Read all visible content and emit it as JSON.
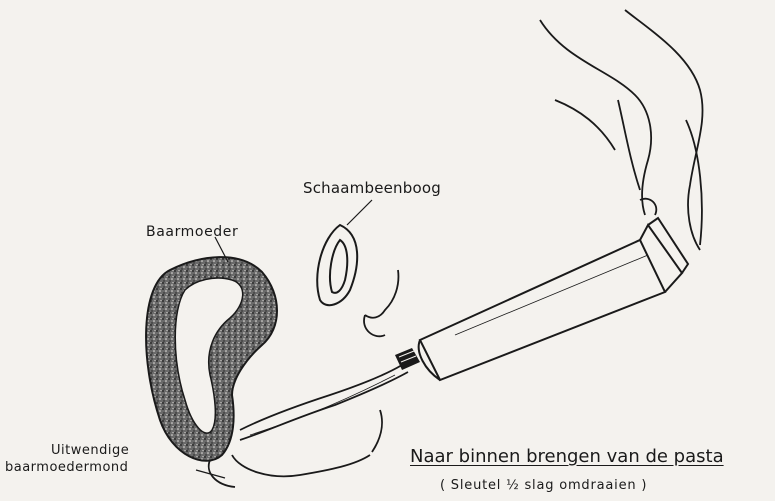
{
  "labels": {
    "pubic_arch": "Schaambeenboog",
    "uterus": "Baarmoeder",
    "external_os_line1": "Uitwendige",
    "external_os_line2": "baarmoedermond"
  },
  "caption": {
    "title": "Naar binnen brengen van de pasta",
    "subtitle": "( Sleutel ½ slag omdraaien )"
  },
  "colors": {
    "paper": "#f4f2ee",
    "ink": "#1a1a1a",
    "stipple": "#3a3a3a"
  }
}
